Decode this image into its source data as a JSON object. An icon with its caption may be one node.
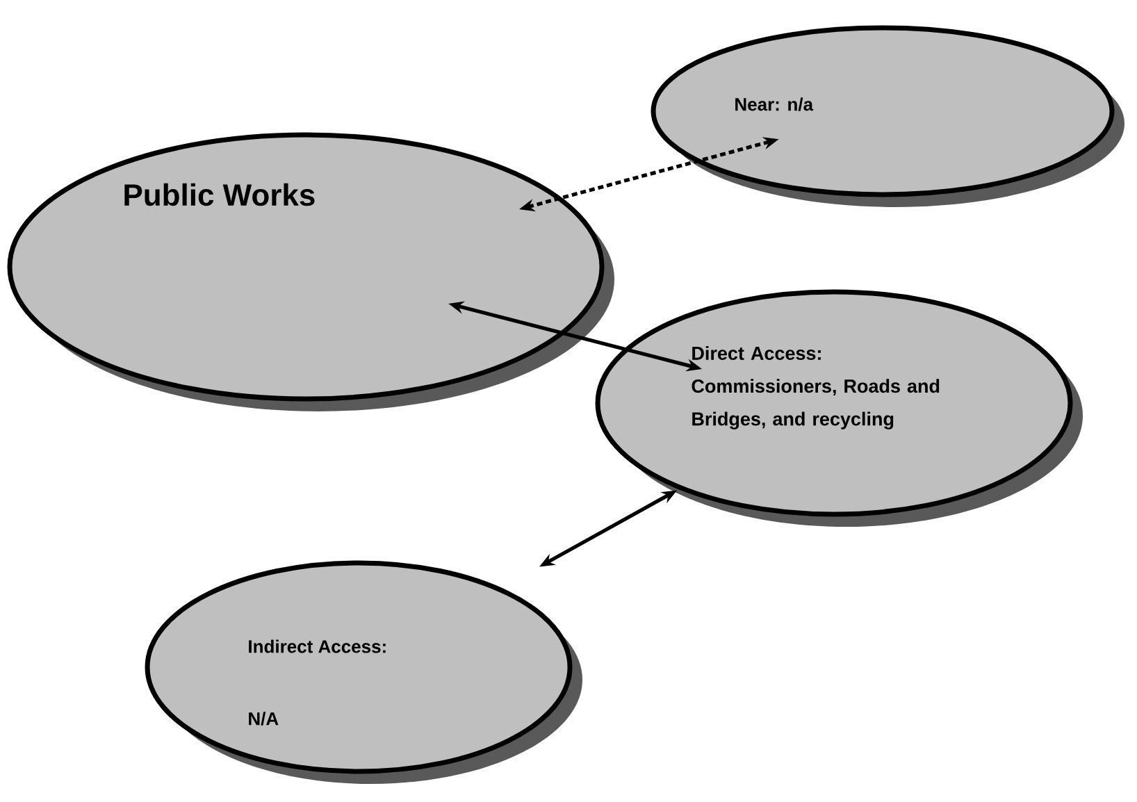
{
  "diagram": {
    "nodes": [
      {
        "text": [
          "Public Works"
        ]
      },
      {
        "text": [
          "Near: n/a"
        ]
      },
      {
        "text": [
          "Direct Access: Commissioners, Roads and Bridges, and recycling"
        ]
      },
      {
        "text": [
          "Indirect Access:",
          "N/A"
        ]
      }
    ],
    "edges": [
      {
        "from": 0,
        "to": 1,
        "arrow": "both",
        "style": "dashed"
      },
      {
        "from": 0,
        "to": 2,
        "arrow": "both"
      },
      {
        "from": 2,
        "to": 3,
        "arrow": "both"
      }
    ]
  }
}
